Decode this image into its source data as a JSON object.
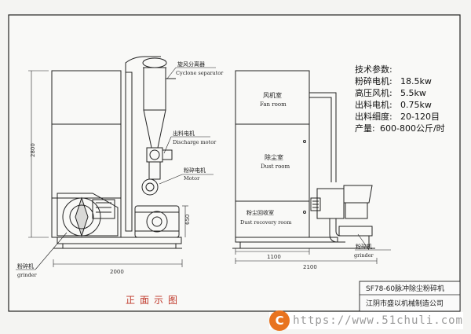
{
  "specs": {
    "title": "技术参数:",
    "rows": [
      {
        "label": "粉碎电机:",
        "value": "18.5kw"
      },
      {
        "label": "高压风机:",
        "value": "5.5kw"
      },
      {
        "label": "出料电机:",
        "value": "0.75kw"
      },
      {
        "label": "出料细度:",
        "value": "20-120目"
      },
      {
        "label": "产量:",
        "value": "600-800公斤/时"
      }
    ]
  },
  "left_view": {
    "cyclone_cn": "旋风分离器",
    "cyclone_en": "Cyclone separator",
    "discharge_cn": "出料电机",
    "discharge_en": "Discharge motor",
    "motor_cn": "粉碎电机",
    "motor_en": "Motor",
    "grinder_cn": "粉碎机",
    "grinder_en": "grinder",
    "dim_height": "2800",
    "dim_width": "2000",
    "dim_motor": "650"
  },
  "right_view": {
    "fan_cn": "风机室",
    "fan_en": "Fan room",
    "dust_cn": "除尘室",
    "dust_en": "Dust room",
    "recovery_cn": "粉尘回收室",
    "recovery_en": "Dust recovery room",
    "grinder_cn": "粉碎机",
    "grinder_en": "grinder",
    "dim_inner": "1100",
    "dim_total": "2100"
  },
  "title_block": {
    "model": "SF78-60脉冲除尘粉碎机",
    "company": "江阴市盛以机械制造公司"
  },
  "stamp": "正面示图",
  "watermark": {
    "logo": "C",
    "url": "https://www.51chuli.com"
  }
}
